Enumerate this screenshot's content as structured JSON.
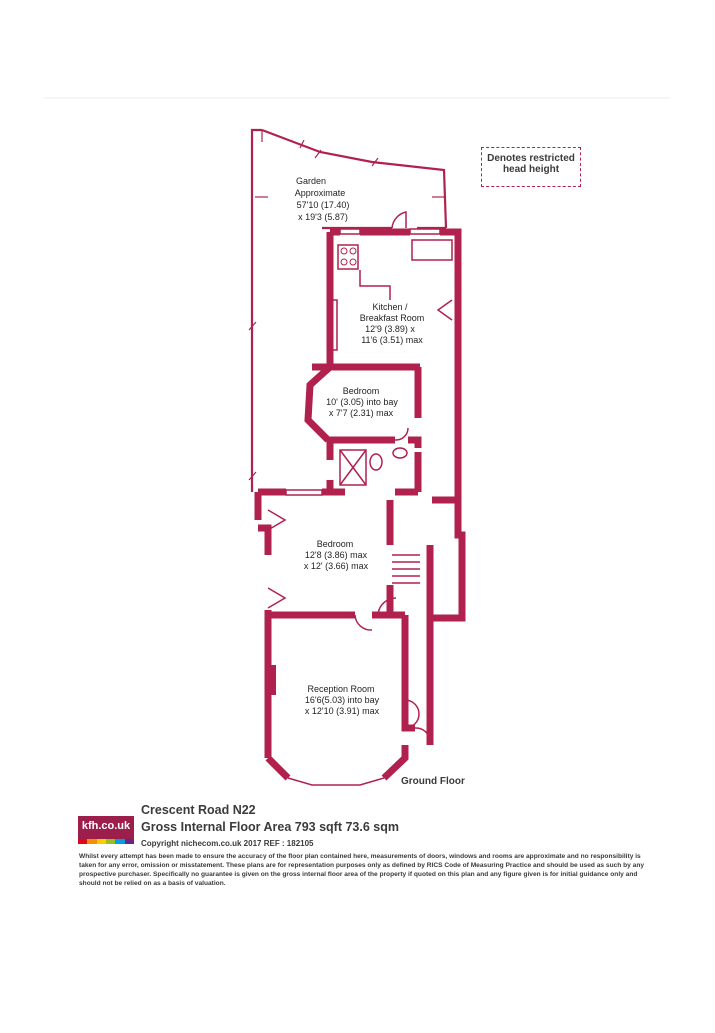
{
  "colors": {
    "wall": "#b0214e",
    "text": "#3b3b3b",
    "logo_bg": "#9c1f4b"
  },
  "legend": {
    "line1": "Denotes restricted",
    "line2": "head height"
  },
  "rooms": {
    "garden": {
      "l1": "Garden",
      "l2": "Approximate",
      "l3": "57'10 (17.40)",
      "l4": "x 19'3 (5.87)"
    },
    "kitchen": {
      "l1": "Kitchen /",
      "l2": "Breakfast Room",
      "l3": "12'9 (3.89) x",
      "l4": "11'6 (3.51) max"
    },
    "bedroom1": {
      "l1": "Bedroom",
      "l2": "10' (3.05) into bay",
      "l3": "x 7'7 (2.31) max"
    },
    "bedroom2": {
      "l1": "Bedroom",
      "l2": "12'8 (3.86) max",
      "l3": "x 12' (3.66) max"
    },
    "reception": {
      "l1": "Reception Room",
      "l2": "16'6(5.03) into bay",
      "l3": "x 12'10 (3.91) max"
    }
  },
  "floor_label": "Ground Floor",
  "footer": {
    "logo": "kfh.co.uk",
    "logo_colors": [
      "#e30613",
      "#f39200",
      "#ffcc00",
      "#95c11f",
      "#009fe3",
      "#662483"
    ],
    "address": "Crescent Road  N22",
    "area": "Gross Internal Floor Area 793 sqft 73.6 sqm",
    "copyright": "Copyright nichecom.co.uk 2017 REF : 182105",
    "disclaimer": "Whilst every attempt has been made to ensure the accuracy of the floor plan contained here, measurements of doors, windows and rooms are approximate and no responsibility is taken for any error, omission or misstatement.  These plans are for representation purposes only as defined by RICS Code of Measuring Practice and should be used as such by any prospective purchaser.  Specifically no guarantee is given on the gross internal floor area of the property if quoted on this plan and any figure given is for initial guidance only and should not be relied on as a basis of valuation."
  }
}
